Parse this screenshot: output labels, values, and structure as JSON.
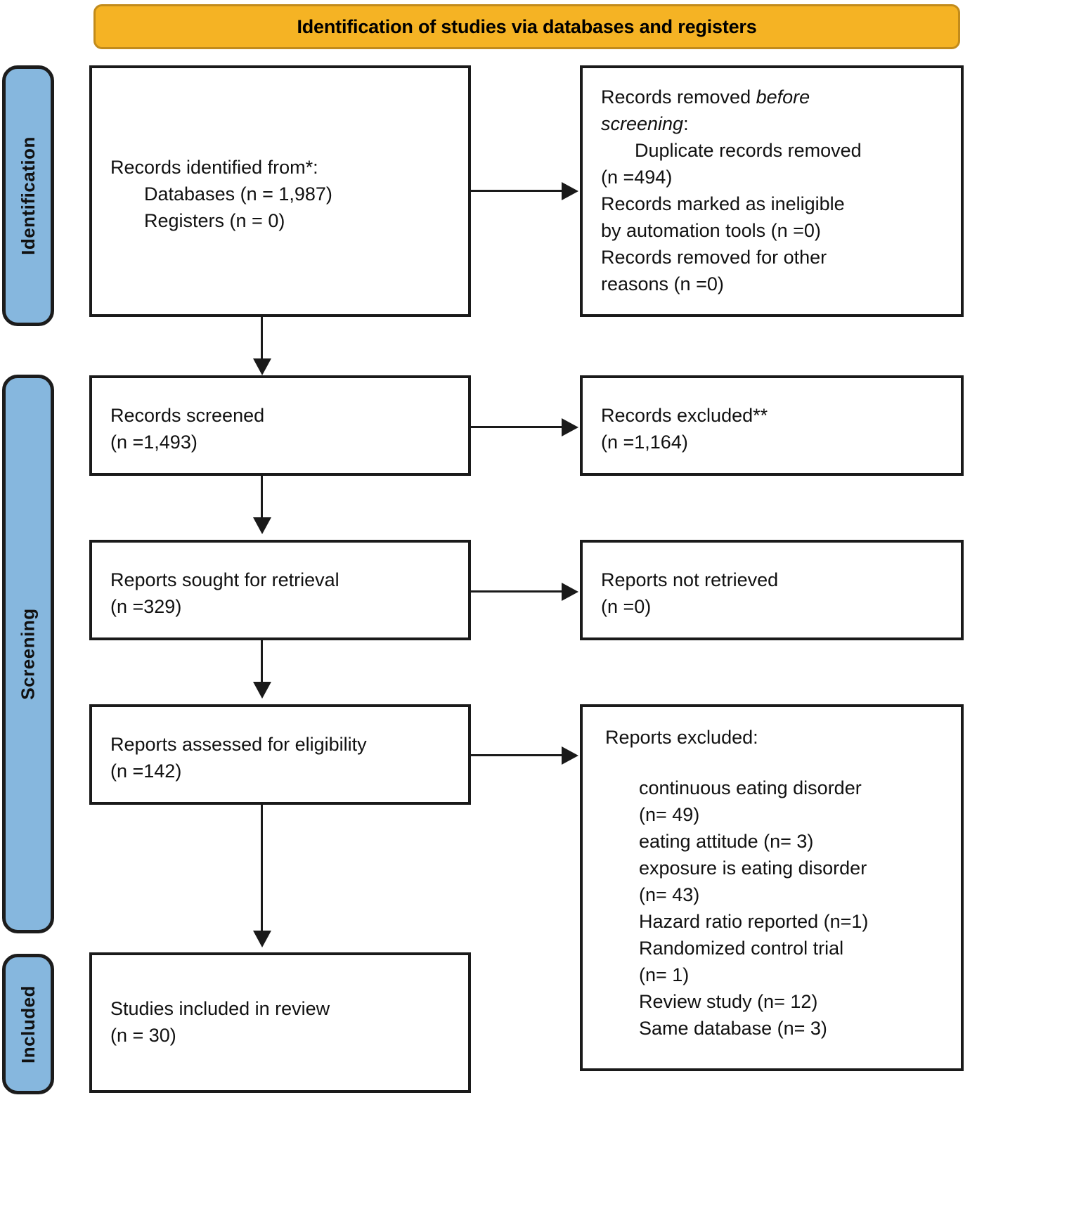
{
  "banner": {
    "title": "Identification of studies via databases and registers",
    "fill_color": "#F5B324",
    "border_color": "#C28B1B"
  },
  "phases": [
    {
      "id": "identification",
      "label": "Identification",
      "fill_color": "#86B7DE"
    },
    {
      "id": "screening",
      "label": "Screening",
      "fill_color": "#86B7DE"
    },
    {
      "id": "included",
      "label": "Included",
      "fill_color": "#86B7DE"
    }
  ],
  "boxes": {
    "identified": {
      "line1": "Records identified from*:",
      "line2": "Databases (n = 1,987)",
      "line3": "Registers (n = 0)"
    },
    "removed": {
      "line1_a": "Records removed ",
      "line1_b": "before",
      "line2_a": "screening",
      "line2_b": ":",
      "line3": "Duplicate records removed",
      "line4": "(n =494)",
      "line5": "Records marked as ineligible",
      "line6": "by automation tools (n =0)",
      "line7": "Records removed for other",
      "line8": "reasons (n =0)"
    },
    "screened": {
      "line1": "Records screened",
      "line2": "(n =1,493)"
    },
    "excluded": {
      "line1": "Records excluded**",
      "line2": "(n =1,164)"
    },
    "sought": {
      "line1": "Reports sought for retrieval",
      "line2": "(n =329)"
    },
    "not_retrieved": {
      "line1": "Reports not retrieved",
      "line2": "(n =0)"
    },
    "assessed": {
      "line1": "Reports assessed for eligibility",
      "line2": "(n =142)"
    },
    "reports_excluded": {
      "title": "Reports excluded:",
      "reasons": [
        "continuous eating disorder",
        "(n= 49)",
        "eating attitude (n= 3)",
        "exposure is eating disorder",
        "(n= 43)",
        "Hazard ratio reported (n=1)",
        "Randomized control trial",
        "(n= 1)",
        "Review study (n= 12)",
        "Same database (n= 3)"
      ]
    },
    "included": {
      "line1": "Studies included in review",
      "line2": "(n = 30)"
    }
  }
}
